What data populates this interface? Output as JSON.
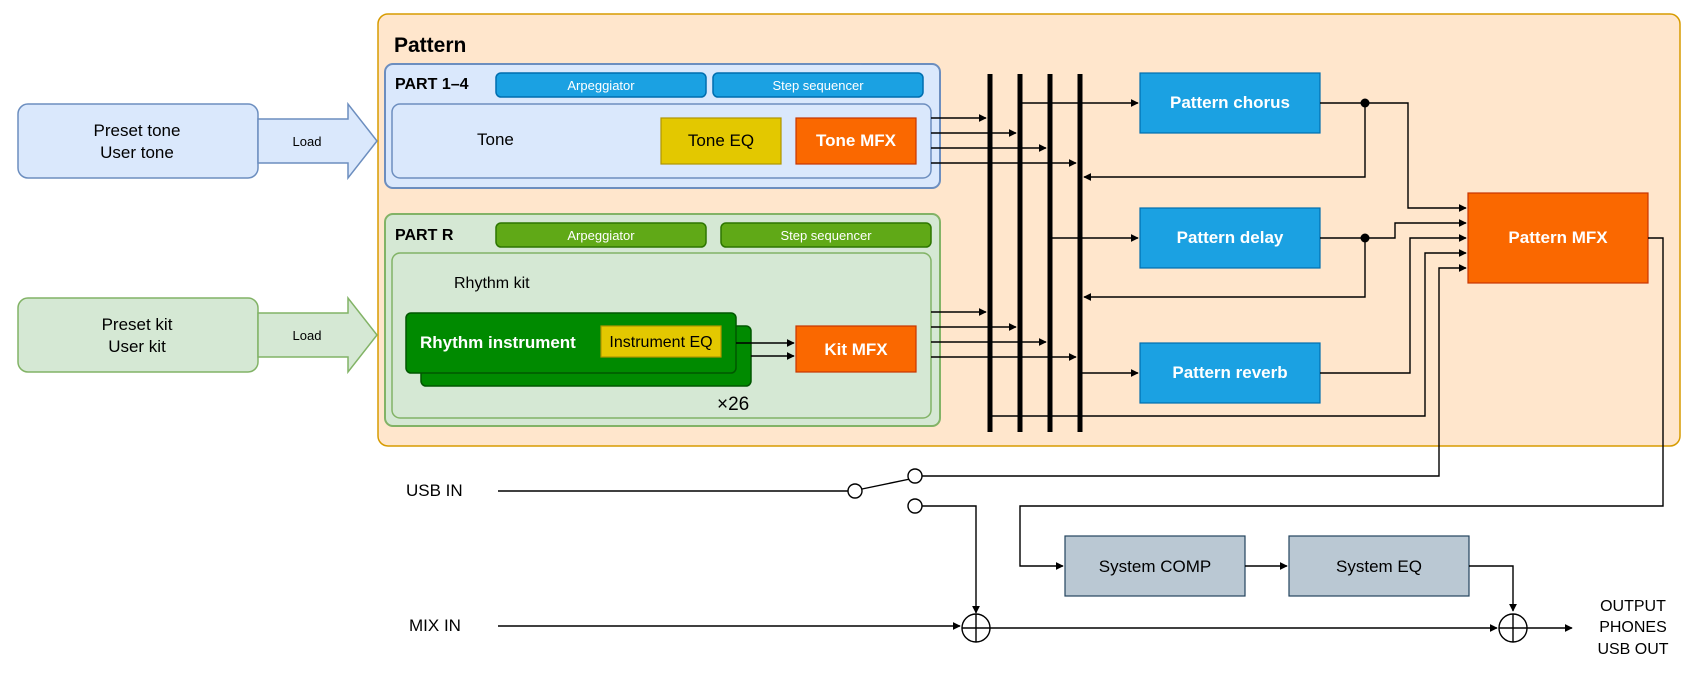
{
  "pattern": {
    "title": "Pattern"
  },
  "part14": {
    "title": "PART 1–4",
    "arpeggiator": "Arpeggiator",
    "step_sequencer": "Step sequencer",
    "tone": "Tone",
    "tone_eq": "Tone EQ",
    "tone_mfx": "Tone MFX"
  },
  "partR": {
    "title": "PART R",
    "arpeggiator": "Arpeggiator",
    "step_sequencer": "Step sequencer",
    "rhythm_kit": "Rhythm kit",
    "rhythm_instrument": "Rhythm instrument",
    "instrument_eq": "Instrument EQ",
    "count": "×26",
    "kit_mfx": "Kit MFX"
  },
  "sources": {
    "tone_line1": "Preset tone",
    "tone_line2": "User tone",
    "tone_load": "Load",
    "kit_line1": "Preset kit",
    "kit_line2": "User kit",
    "kit_load": "Load"
  },
  "effects": {
    "chorus": "Pattern chorus",
    "delay": "Pattern delay",
    "reverb": "Pattern reverb",
    "mfx": "Pattern MFX"
  },
  "inputs": {
    "usb_in": "USB IN",
    "mix_in": "MIX IN"
  },
  "system": {
    "comp": "System COMP",
    "eq": "System EQ"
  },
  "outputs": {
    "line1": "OUTPUT",
    "line2": "PHONES",
    "line3": "USB OUT"
  },
  "colors": {
    "pattern_bg": "#ffe6cc",
    "pattern_border": "#d79b00",
    "blue_fill": "#dae8fc",
    "blue_border": "#6c8ebf",
    "green_fill": "#d5e8d4",
    "green_border": "#82b366",
    "accent_blue": "#1ba1e2",
    "accent_orange": "#fa6800",
    "accent_yellow": "#e3c800",
    "accent_green": "#60a917",
    "dark_green": "#008a00",
    "system_gray": "#bac8d3"
  }
}
